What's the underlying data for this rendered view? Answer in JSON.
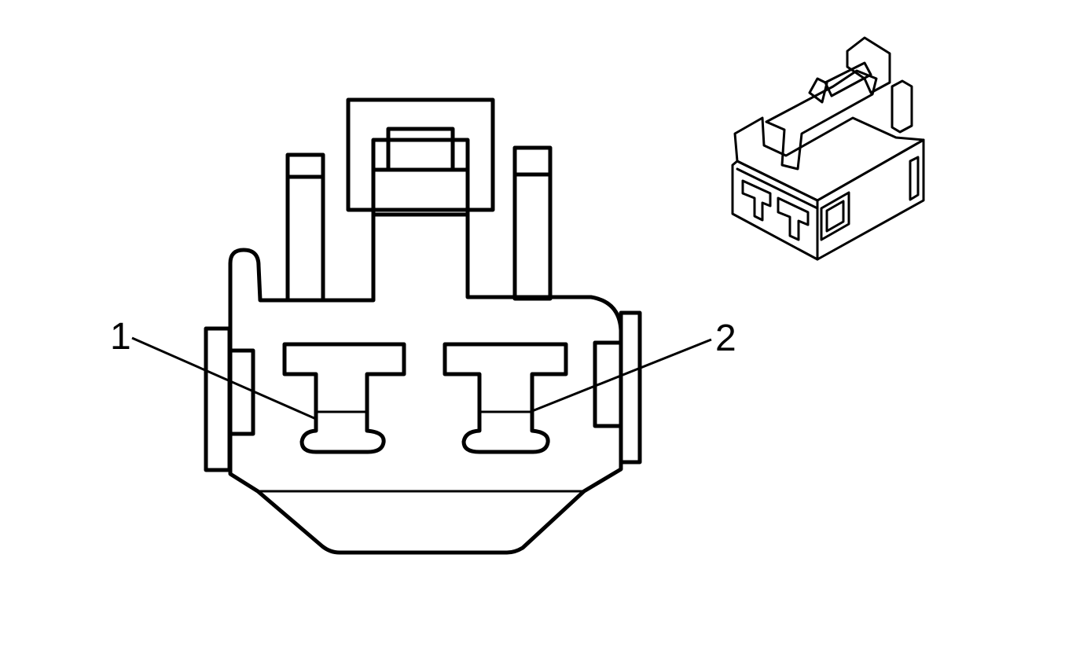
{
  "callouts": [
    {
      "id": "pin-1",
      "label": "1"
    },
    {
      "id": "pin-2",
      "label": "2"
    }
  ],
  "colors": {
    "line": "#000000",
    "background": "#ffffff"
  }
}
